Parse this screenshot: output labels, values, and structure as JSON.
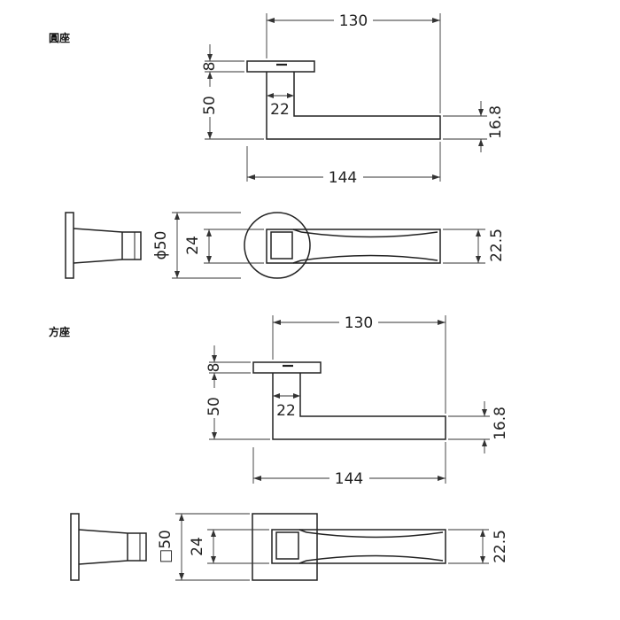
{
  "sections": {
    "round": {
      "title": "圓座",
      "dims": {
        "width_130": "130",
        "rose_8": "8",
        "height_50": "50",
        "neck_22": "22",
        "grip_16_8": "16.8",
        "length_144": "144",
        "dia_50": "ϕ50",
        "inner_24": "24",
        "lever_22_5": "22.5"
      }
    },
    "square": {
      "title": "方座",
      "dims": {
        "width_130": "130",
        "rose_8": "8",
        "height_50": "50",
        "neck_22": "22",
        "grip_16_8": "16.8",
        "length_144": "144",
        "side_50": "□50",
        "inner_24": "24",
        "lever_22_5": "22.5"
      }
    }
  }
}
